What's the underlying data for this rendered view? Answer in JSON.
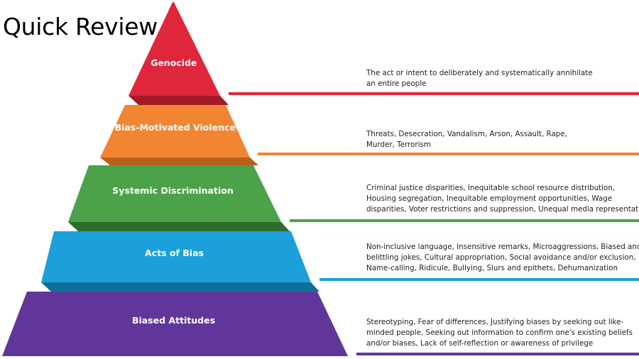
{
  "slide_title": "Quick Review",
  "pyramid": {
    "tiers": [
      {
        "label": "Genocide",
        "color": "#e0263a",
        "shadow": "#a31a26",
        "description": [
          "The act or intent to deliberately and systematically annihilate",
          "an entire people"
        ]
      },
      {
        "label": "Bias-Motivated Violence",
        "color": "#f28532",
        "shadow": "#b8601c",
        "description": [
          "Threats, Desecration, Vandalism, Arson, Assault, Rape,",
          "Murder, Terrorism"
        ]
      },
      {
        "label": "Systemic Discrimination",
        "color": "#4ca249",
        "shadow": "#2e6e2c",
        "description": [
          "Criminal justice disparities, Inequitable school resource distribution,",
          "Housing segregation, Inequitable employment opportunities, Wage",
          "disparities, Voter restrictions and suppression, Unequal media representation"
        ]
      },
      {
        "label": "Acts of Bias",
        "color": "#1ca0db",
        "shadow": "#0f6f9a",
        "description": [
          "Non-inclusive language, Insensitive remarks, Microaggressions, Biased and",
          "belittling jokes, Cultural appropriation, Social avoidance and/or exclusion,",
          "Name-calling, Ridicule, Bullying, Slurs and epithets, Dehumanization"
        ]
      },
      {
        "label": "Biased Attitudes",
        "color": "#61369a",
        "shadow": "#3f2068",
        "description": [
          "Stereotyping, Fear of differences, Justifying biases by seeking out like-",
          "minded people, Seeking out information to confirm one's existing beliefs",
          "and/or biases, Lack of self-reflection or awareness of privilege"
        ]
      }
    ]
  }
}
